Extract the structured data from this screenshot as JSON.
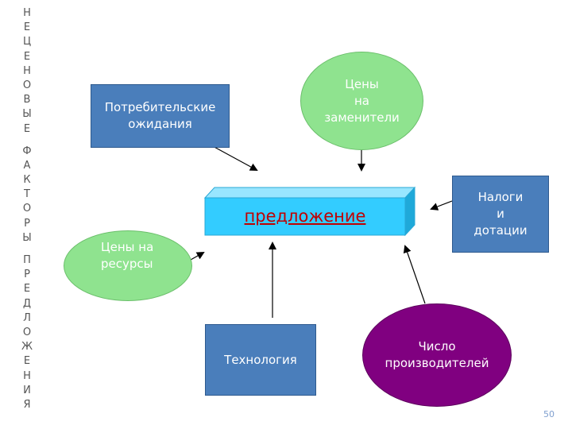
{
  "side_title": {
    "words": [
      [
        "Н",
        "Е",
        "Ц",
        "Е",
        "Н",
        "О",
        "В",
        "Ы",
        "Е"
      ],
      [
        "Ф",
        "А",
        "К",
        "Т",
        "О",
        "Р",
        "Ы"
      ],
      [
        "П",
        "Р",
        "Е",
        "Д",
        "Л",
        "О",
        "Ж",
        "Е",
        "Н",
        "И",
        "Я"
      ]
    ]
  },
  "center": {
    "label": "предложение",
    "text_color": "#c00000",
    "face_color": "#33ccff"
  },
  "nodes": {
    "consumer_expectations": "Потребительские\nожидания",
    "substitute_prices": "Цены\nна\nзаменители",
    "taxes_subsidies": "Налоги\nи\nдотации",
    "resource_prices": "Цены на\nресурсы",
    "technology": "Технология",
    "number_of_producers": "Число\nпроизводителей"
  },
  "colors": {
    "rect": "#4a7ebb",
    "green_ellipse": "#8fe38f",
    "purple_ellipse": "#800080",
    "arrow": "#000000"
  },
  "page_number": "50"
}
